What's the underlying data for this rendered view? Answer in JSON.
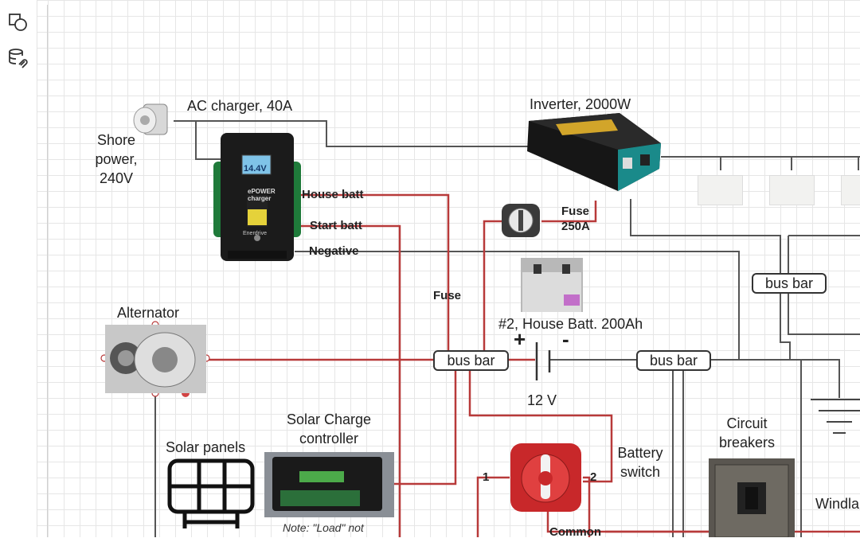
{
  "labels": {
    "shore": "Shore\npower,\n240V",
    "ac_charger": "AC charger, 40A",
    "inverter": "Inverter, 2000W",
    "house_batt": "House batt",
    "start_batt": "Start batt",
    "negative": "Negative",
    "fuse_250": "Fuse\n250A",
    "fuse": "Fuse",
    "alternator": "Alternator",
    "house_batt_200": "#2, House Batt. 200Ah",
    "plus": "+",
    "minus": "-",
    "twelve_v": "12 V",
    "solar_panels": "Solar panels",
    "solar_controller": "Solar Charge\ncontroller",
    "note": "Note: \"Load\" not",
    "battery_switch": "Battery\nswitch",
    "circuit_breakers": "Circuit\nbreakers",
    "windlass": "Windla",
    "common": "Common",
    "one": "1",
    "two": "2",
    "charger_display": "14.4V",
    "charger_brand": "Enerdrive",
    "charger_model": "ePOWER\ncharger"
  },
  "busbars": {
    "left": "bus bar",
    "middle": "bus bar",
    "right": "bus bar"
  },
  "colors": {
    "wire_red": "#b83a3a",
    "wire_dark": "#555555"
  },
  "icons": {
    "shapes_tool": "shapes-icon",
    "data_tool": "database-link-icon"
  }
}
